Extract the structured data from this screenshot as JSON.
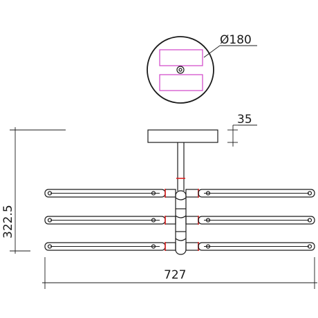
{
  "dimensions": {
    "canopy_diameter": "Ø180",
    "canopy_height": "35",
    "total_height": "322.5",
    "total_width": "727"
  },
  "colors": {
    "line": "#1a1a1a",
    "mounting_plate": "#d042c8",
    "joint_marker": "#e02020"
  },
  "bar_rows": 3
}
